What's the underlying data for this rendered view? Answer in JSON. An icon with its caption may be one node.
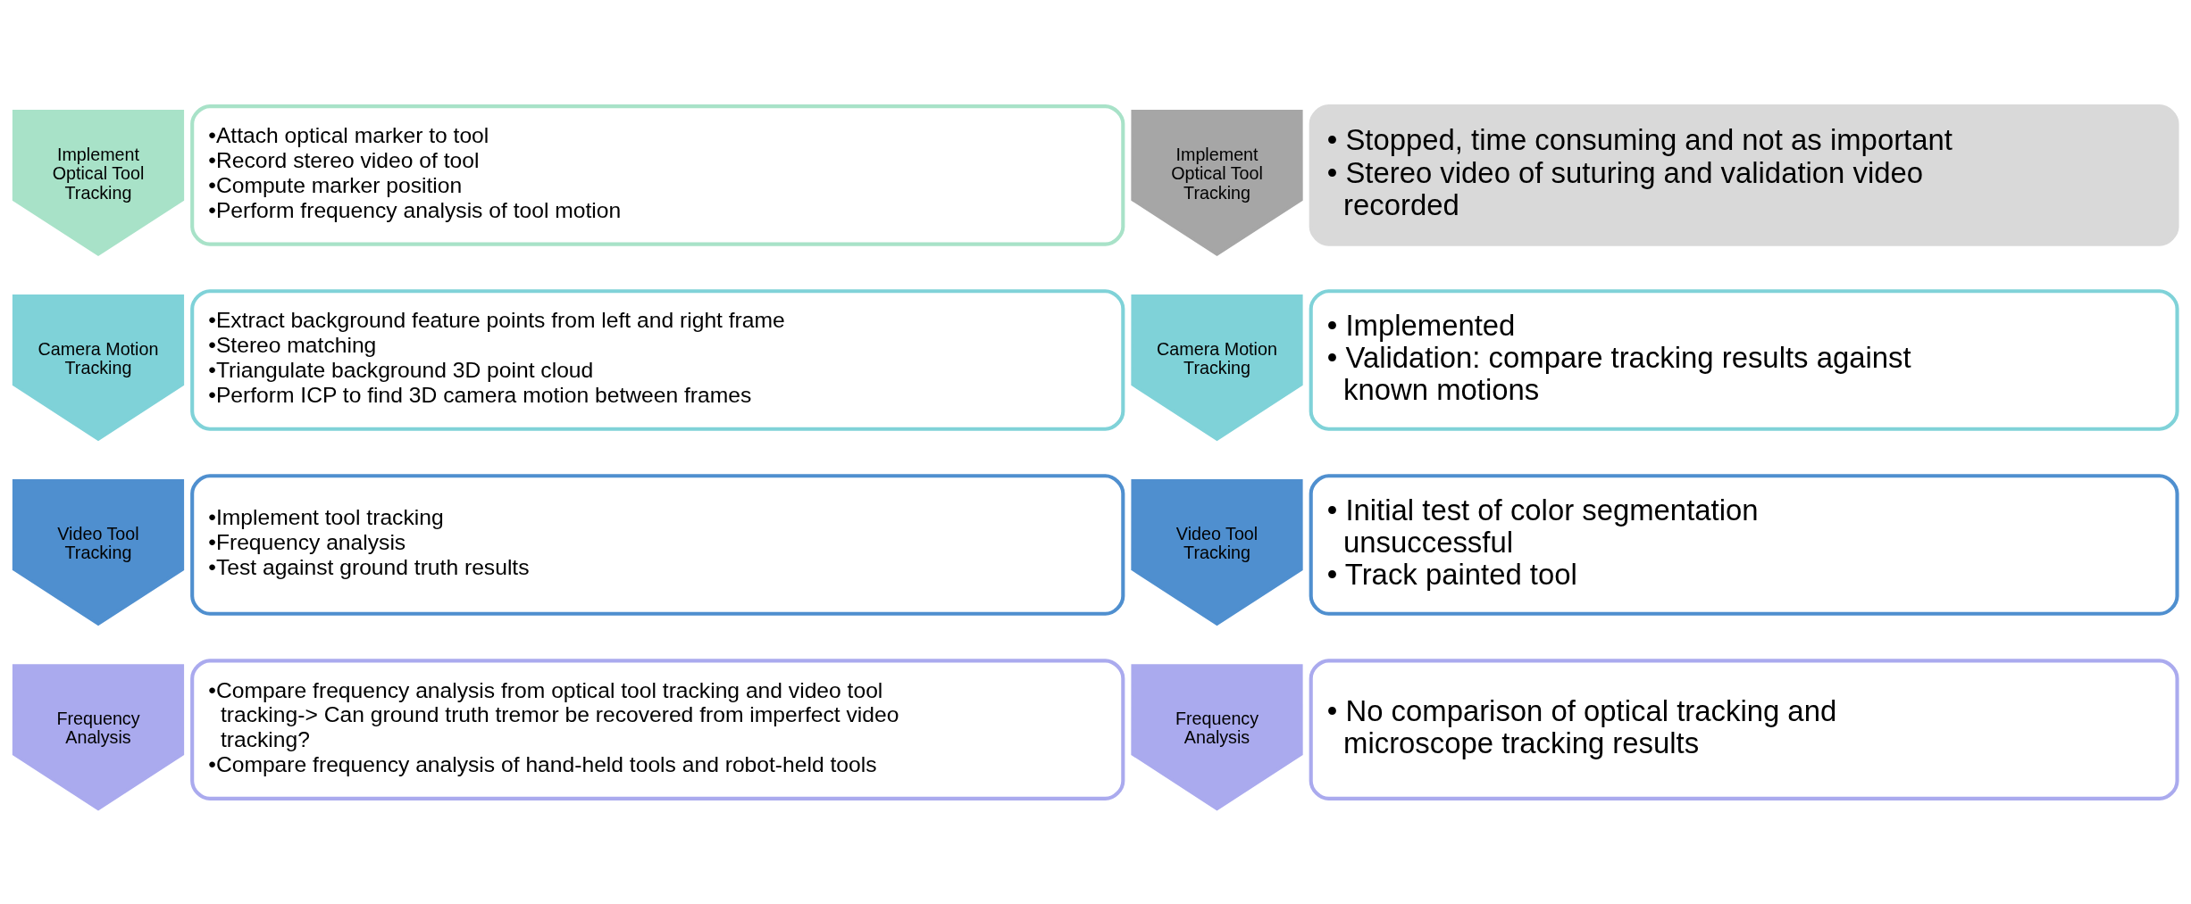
{
  "diagram": {
    "nodes": [
      {
        "text": [
          "Implement Optical Tool Tracking"
        ]
      },
      {
        "text": [
          "•Attach optical marker to tool",
          "•Record stereo video of tool",
          "•Compute marker position",
          "•Perform frequency analysis of tool motion"
        ]
      },
      {
        "text": [
          "Implement Optical Tool Tracking"
        ]
      },
      {
        "text": [
          "• Stopped, time consuming and not as important",
          "• Stereo video of suturing and validation video recorded"
        ]
      },
      {
        "text": [
          "Camera Motion Tracking"
        ]
      },
      {
        "text": [
          "•Extract background feature points from left and right frame",
          "•Stereo matching",
          "•Triangulate background 3D point cloud",
          "•Perform ICP to find 3D camera motion between frames"
        ]
      },
      {
        "text": [
          "Camera Motion Tracking"
        ]
      },
      {
        "text": [
          "• Implemented",
          "• Validation: compare tracking results against known motions"
        ]
      },
      {
        "text": [
          "Video Tool Tracking"
        ]
      },
      {
        "text": [
          "•Implement tool tracking",
          "•Frequency analysis",
          "•Test against ground truth results"
        ]
      },
      {
        "text": [
          "Video Tool Tracking"
        ]
      },
      {
        "text": [
          "• Initial test of color segmentation unsuccessful",
          "• Track painted tool"
        ]
      },
      {
        "text": [
          "Frequency Analysis"
        ]
      },
      {
        "text": [
          "•Compare frequency analysis from optical tool tracking and video tool tracking-> Can ground truth tremor be recovered from imperfect video tracking?",
          "•Compare frequency analysis of hand-held tools and robot-held tools"
        ]
      },
      {
        "text": [
          "Frequency Analysis"
        ]
      },
      {
        "text": [
          "• No comparison of optical tracking and microscope tracking results"
        ]
      }
    ],
    "edges": []
  }
}
